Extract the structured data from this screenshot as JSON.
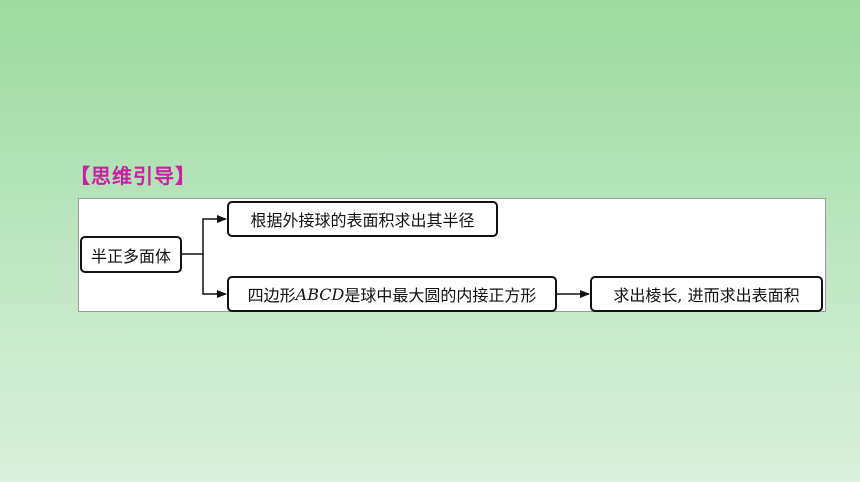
{
  "heading": "【思维引导】",
  "nodes": {
    "root": "半正多面体",
    "top": "根据外接球的表面积求出其半径",
    "bottom_prefix": "四边形",
    "bottom_italic": "ABCD",
    "bottom_suffix": "是球中最大圆的内接正方形",
    "result": "求出棱长, 进而求出表面积"
  },
  "colors": {
    "heading": "#cc1fa3",
    "background_top": "#9bdba0",
    "background_bottom": "#dbf0dd"
  }
}
